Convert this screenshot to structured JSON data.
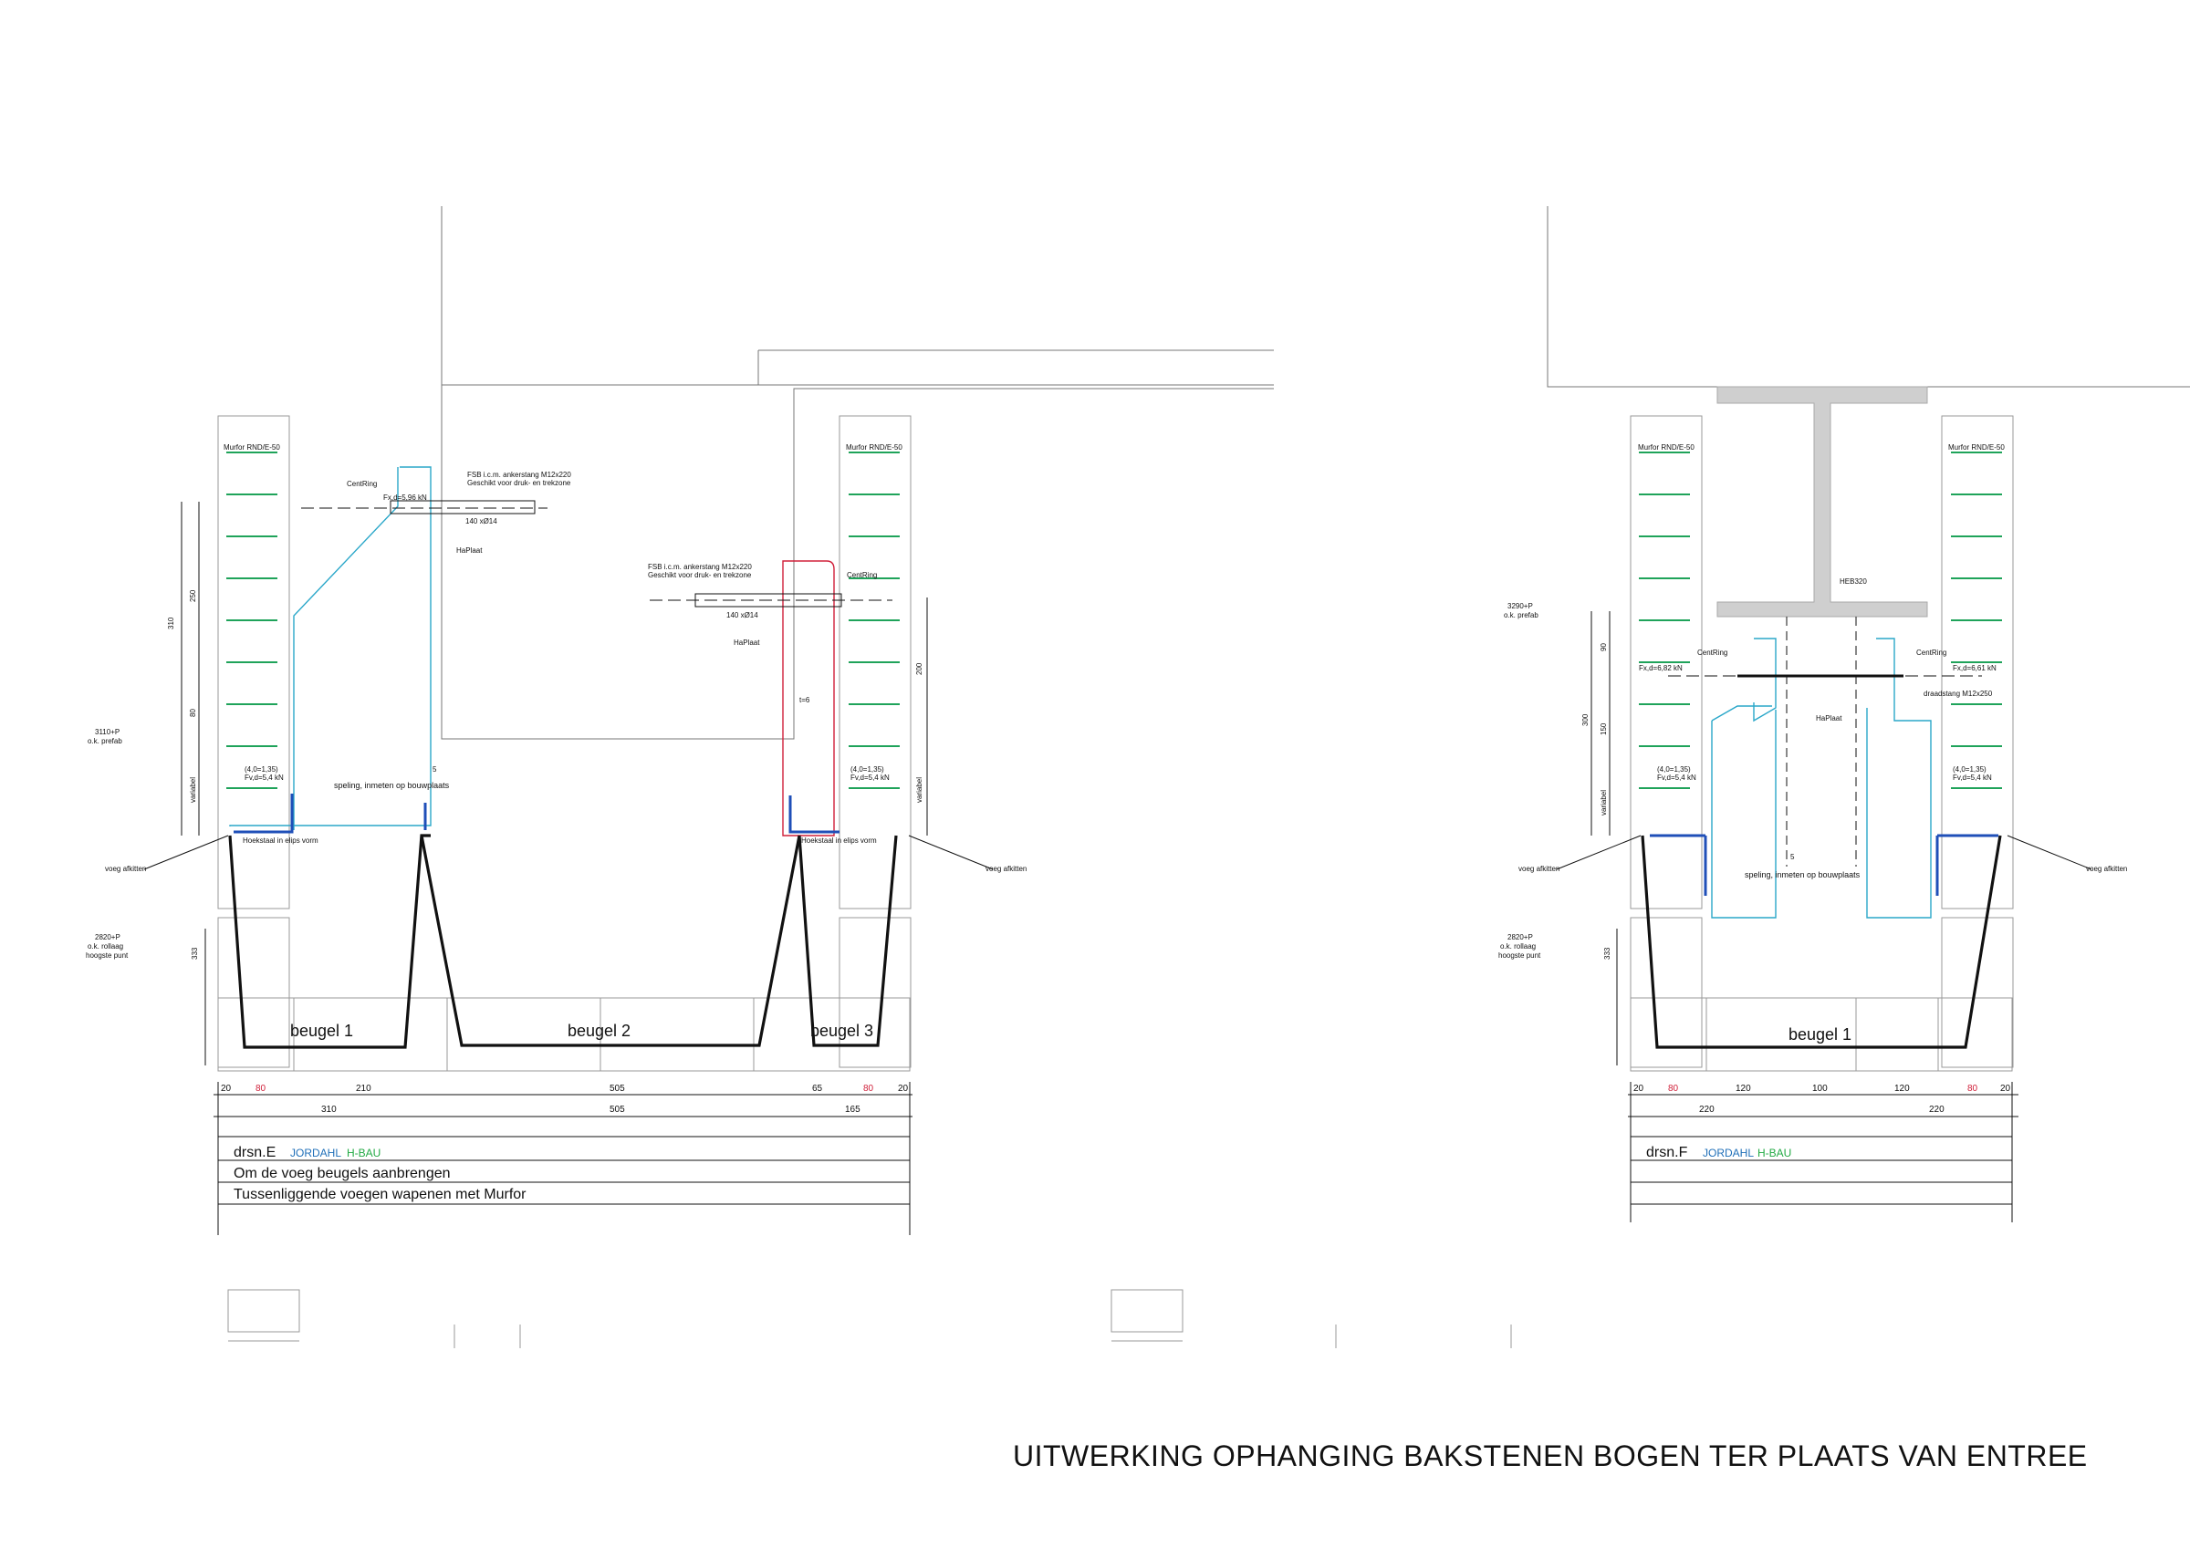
{
  "title": "UITWERKING OPHANGING BAKSTENEN BOGEN TER PLAATS VAN ENTREE",
  "colors": {
    "ink": "#111111",
    "anchor_cyan": "#2aa7c9",
    "anchor_red": "#d0203a",
    "murfor_green": "#1fa35a",
    "profile_blue": "#1f4fb8",
    "beam_grey": "#cfcfcf",
    "jordahl_blue": "#1f6fb8",
    "hbau_green": "#22aa44"
  },
  "murfor_label": "Murfor RND/E-50",
  "detail_e": {
    "name": "drsn.E",
    "brand_jordahl": "JORDAHL",
    "brand_hbau": "H-BAU",
    "notes": [
      "Om de voeg beugels aanbrengen",
      "Tussenliggende voegen wapenen met Murfor"
    ],
    "beugels": [
      "beugel 1",
      "beugel 2",
      "beugel 3"
    ],
    "left_anchor": {
      "ring": "CentRing",
      "fsb": "FSB i.c.m. ankerstang M12x220",
      "fsb_sub": "Geschikt voor druk- en trekzone",
      "load": "Fx,d=5,96 kN",
      "rod": "140 xØ14",
      "plate": "HaPlaat"
    },
    "right_anchor": {
      "ring": "CentRing",
      "fsb": "FSB i.c.m. ankerstang M12x220",
      "fsb_sub": "Geschikt voor druk- en trekzone",
      "rod": "140 xØ14",
      "plate": "HaPlaat"
    },
    "level_prefab": "3110+P",
    "level_prefab_sub": "o.k. prefab",
    "level_rollaag": "2820+P",
    "level_rollaag_sub": "o.k. rollaag",
    "level_rollaag_sub2": "hoogste punt",
    "dims_vertical": [
      "310",
      "250",
      "80",
      "variabel",
      "333"
    ],
    "dims_vertical_right": [
      "200",
      "variabel"
    ],
    "load_note": "(4,0=1,35)",
    "load_note2": "Fv,d=5,4 kN",
    "gap_note": "speling, inmeten op bouwplaats",
    "gap": "5",
    "hook_note": "Hoekstaal in elips vorm",
    "joint_note": "voeg afkitten",
    "plate_thk": "t=6",
    "dims_row1": [
      "20",
      "80",
      "210",
      "505",
      "65",
      "80",
      "20"
    ],
    "dims_row2": [
      "310",
      "505",
      "165"
    ]
  },
  "detail_f": {
    "name": "drsn.F",
    "brand_jordahl": "JORDAHL",
    "brand_hbau": "H-BAU",
    "beugels": [
      "beugel 1"
    ],
    "beam": "HEB320",
    "ring_left": "CentRing",
    "ring_right": "CentRing",
    "load_left": "Fx,d=6,82 kN",
    "load_right": "Fx,d=6,61 kN",
    "rod": "draadstang M12x250",
    "plate": "HaPlaat",
    "level_prefab": "3290+P",
    "level_prefab_sub": "o.k. prefab",
    "level_rollaag": "2820+P",
    "level_rollaag_sub": "o.k. rollaag",
    "level_rollaag_sub2": "hoogste punt",
    "dims_vertical": [
      "300",
      "90",
      "150",
      "variabel",
      "333"
    ],
    "load_note": "(4,0=1,35)",
    "load_note2": "Fv,d=5,4 kN",
    "gap_note": "speling, inmeten op bouwplaats",
    "gap": "5",
    "joint_note": "voeg afkitten",
    "dims_row1": [
      "20",
      "80",
      "120",
      "100",
      "120",
      "80",
      "20"
    ],
    "dims_row2": [
      "220",
      "220"
    ]
  }
}
